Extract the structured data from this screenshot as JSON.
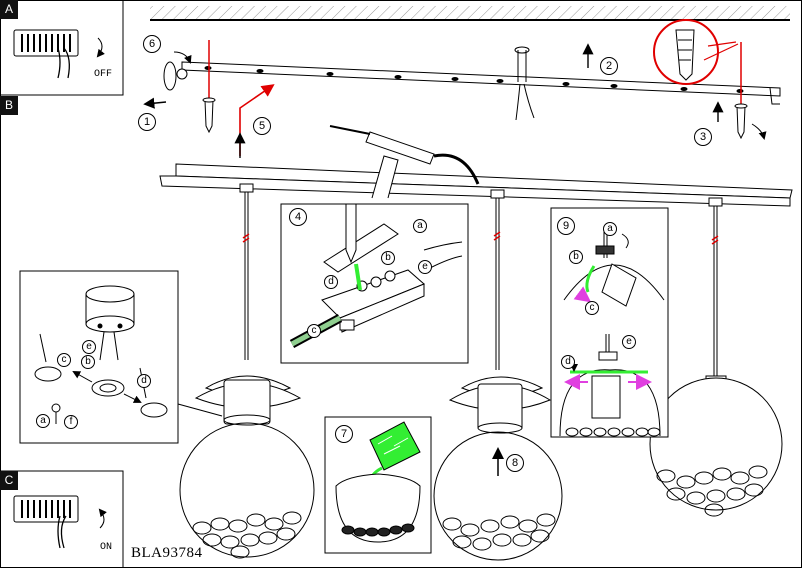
{
  "model": "BLA93784",
  "sections": [
    "A",
    "B",
    "C"
  ],
  "switch_off": "OFF",
  "switch_on": "ON",
  "steps": [
    "1",
    "2",
    "3",
    "4",
    "5",
    "6",
    "7",
    "8",
    "9"
  ],
  "detail_letters": [
    "a",
    "b",
    "c",
    "d",
    "e",
    "f"
  ],
  "colors": {
    "line": "#000000",
    "wire_red": "#e00000",
    "highlight_green": "#33ee33",
    "arrow_magenta": "#e040e0"
  }
}
